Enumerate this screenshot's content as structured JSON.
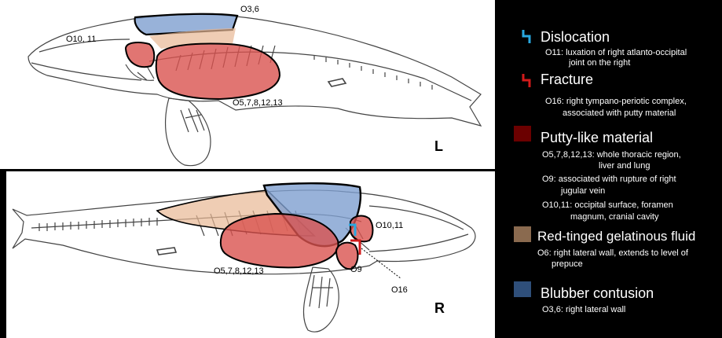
{
  "panels": {
    "top": {
      "side_letter": "L",
      "labels": {
        "blubber": "O3,6",
        "head": "O10, 11",
        "thorax": "O5,7,8,12,13"
      }
    },
    "bottom": {
      "side_letter": "R",
      "labels": {
        "head": "O10,11",
        "thorax": "O5,7,8,12,13",
        "jugular": "O9",
        "ear": "O16"
      }
    }
  },
  "legend": {
    "dislocation": {
      "title": "Dislocation",
      "note_line1": "O11: luxation of right atlanto-occipital",
      "note_line2": "joint on the right",
      "color": "#29a8e0"
    },
    "fracture": {
      "title": "Fracture",
      "note_line1": "O16: right tympano-periotic complex,",
      "note_line2": "associated with putty material",
      "color": "#d11a1a"
    },
    "putty": {
      "title": "Putty-like material",
      "note1_line1": "O5,7,8,12,13:  whole thoracic region,",
      "note1_line2": "liver and lung",
      "note2_line1": "O9: associated with rupture of right",
      "note2_line2": "jugular vein",
      "note3_line1": "O10,11: occipital surface, foramen",
      "note3_line2": "magnum, cranial cavity",
      "color": "#6b0000"
    },
    "fluid": {
      "title": "Red-tinged gelatinous fluid",
      "note_line1": "O6: right lateral wall, extends to level of",
      "note_line2": "prepuce",
      "color": "#8a6a4f"
    },
    "contusion": {
      "title": "Blubber contusion",
      "note_line1": "O3,6: right lateral wall",
      "color": "#2f4f7a"
    }
  }
}
